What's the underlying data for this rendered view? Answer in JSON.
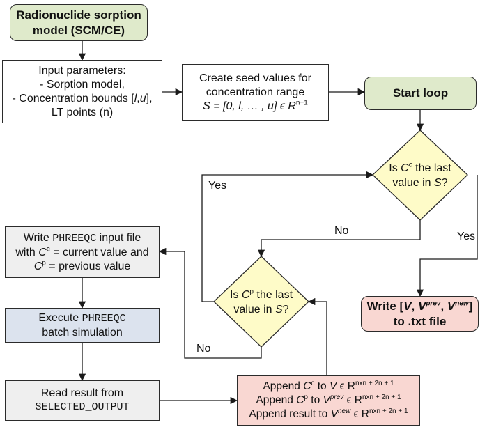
{
  "nodes": {
    "model": {
      "line1": "Radionuclide sorption",
      "line2": "model (SCM/CE)"
    },
    "input": {
      "line1": "Input parameters:",
      "line2": "- Sorption model,",
      "line3_pre": "- Concentration bounds [",
      "line3_l": "l",
      "line3_sep": ",",
      "line3_u": "u",
      "line3_post": "],",
      "line4": "LT points (n)"
    },
    "seed": {
      "line1": "Create seed values for",
      "line2": "concentration range",
      "line3_formula": "S = [0, l, … , u] ϵ R",
      "line3_sup": "n+1"
    },
    "start": {
      "label": "Start loop"
    },
    "decision_cc": {
      "pre": "Is ",
      "var": "C",
      "sup": "c",
      "post": " the last",
      "line2_pre": "value in ",
      "line2_var": "S",
      "line2_post": "?"
    },
    "decision_cp": {
      "pre": "Is ",
      "var": "C",
      "sup": "p",
      "post": " the last",
      "line2_pre": "value in ",
      "line2_var": "S",
      "line2_post": "?"
    },
    "write_input": {
      "line1_pre": "Write ",
      "line1_mono": "PHREEQC",
      "line1_post": " input file",
      "line2_pre": "with ",
      "line2_var": "C",
      "line2_sup": "c",
      "line2_post": " = current value and",
      "line3_var": "C",
      "line3_sup": "p",
      "line3_post": " = previous value"
    },
    "execute": {
      "line1_pre": "Execute ",
      "line1_mono": "PHREEQC",
      "line2": "batch simulation"
    },
    "read": {
      "line1": "Read result from",
      "line2_mono": "SELECTED_OUTPUT"
    },
    "append": {
      "r1_pre": "Append ",
      "r1_var": "C",
      "r1_sup": "c",
      "r1_mid": " to ",
      "r1_var2": "V",
      "r1_post": " ϵ R",
      "r1_dim": "nxn + 2n + 1",
      "r2_pre": "Append ",
      "r2_var": "C",
      "r2_sup": "p",
      "r2_mid": " to ",
      "r2_var2": "V",
      "r2_sup2": "prev",
      "r2_post": " ϵ R",
      "r2_dim": "nxn + 2n + 1",
      "r3_pre": "Append result to ",
      "r3_var": "V",
      "r3_sup": "new",
      "r3_post": " ϵ R",
      "r3_dim": "nxn + 2n + 1"
    },
    "write_txt": {
      "line1_pre": "Write [",
      "v": "V",
      "sep1": ", ",
      "vprev": "V",
      "vprev_sup": "prev",
      "sep2": ", ",
      "vnew": "V",
      "vnew_sup": "new",
      "line1_post": "]",
      "line2": "to .txt file"
    }
  },
  "edge_labels": {
    "yes_left": "Yes",
    "no_mid": "No",
    "yes_right": "Yes",
    "no_bottom": "No"
  },
  "colors": {
    "green": "#dfeacb",
    "gray": "#efefef",
    "blue": "#dce3ee",
    "pink": "#f9d7d2",
    "yellow": "#fefbc8",
    "stroke": "#2b2b2b"
  }
}
